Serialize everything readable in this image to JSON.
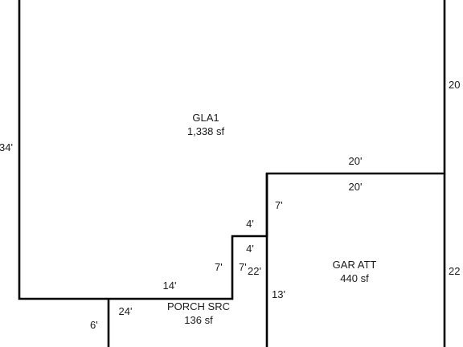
{
  "areas": {
    "gla1": {
      "name": "GLA1",
      "area": "1,338 sf"
    },
    "garage": {
      "name": "GAR ATT",
      "area": "440 sf"
    },
    "porch": {
      "name": "PORCH SRC",
      "area": "136 sf"
    }
  },
  "dimensions": {
    "gla_left": "34'",
    "gla_right_upper": "20",
    "gla_step_top": "20'",
    "gar_top": "20'",
    "gla_step_vertical": "7'",
    "step_top": "4'",
    "step_inner": "4'",
    "step_left_vertical": "7'",
    "step_inner_vertical": "7'",
    "gar_left_upper": "22'",
    "gar_left_lower": "13'",
    "gar_right": "22",
    "gla_bottom": "14'",
    "porch_top": "24'",
    "porch_left": "6'"
  },
  "colors": {
    "line": "#000000",
    "text": "#1a1a1a",
    "background": "#ffffff"
  }
}
